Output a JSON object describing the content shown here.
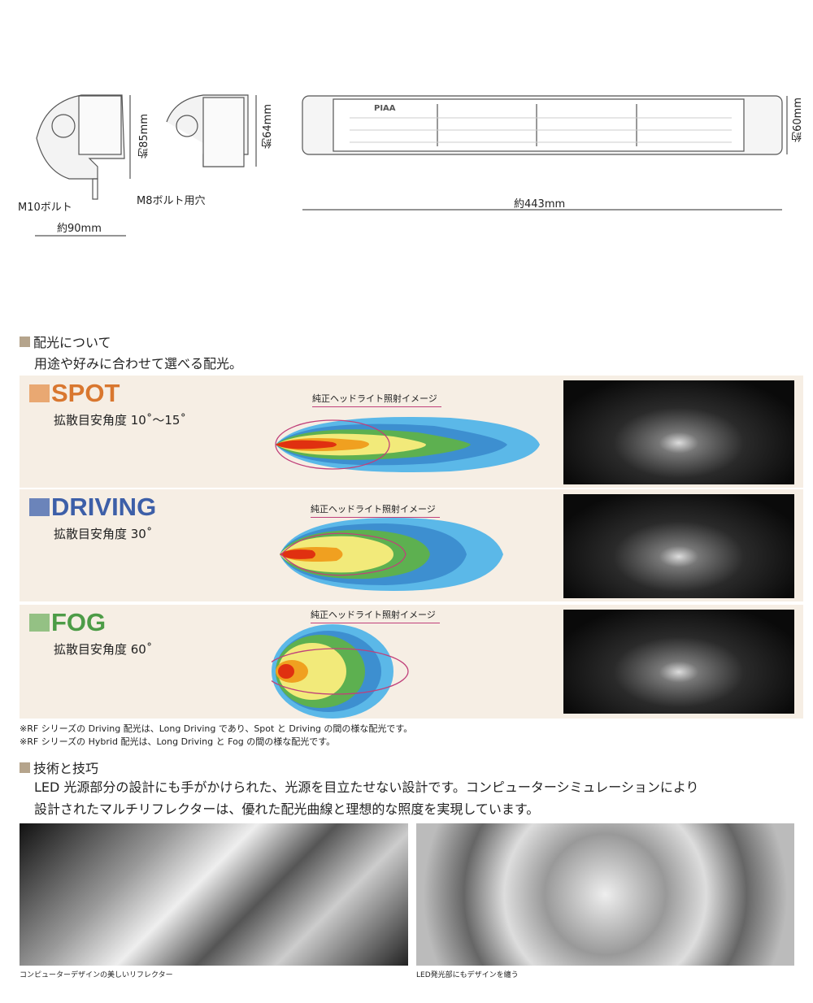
{
  "dimensions": {
    "bracket_height": "約85mm",
    "bracket_width": "約90mm",
    "m10_label": "M10ボルト",
    "m8_label": "M8ボルト用穴",
    "bracket2_height": "約64mm",
    "bar_length": "約443mm",
    "bar_height": "約60mm",
    "bar_logo": "PIAA"
  },
  "light_section": {
    "title": "配光について",
    "subtitle": "用途や好みに合わせて選べる配光。",
    "patterns": [
      {
        "name": "SPOT",
        "angle": "拡散目安角度 10˚～15˚",
        "headlight_label": "純正ヘッドライト照射イメージ",
        "color": "#d9772f",
        "box_color": "#e9a872"
      },
      {
        "name": "DRIVING",
        "angle": "拡散目安角度 30˚",
        "headlight_label": "純正ヘッドライト照射イメージ",
        "color": "#3d5fa8",
        "box_color": "#6b84ba"
      },
      {
        "name": "FOG",
        "angle": "拡散目安角度 60˚",
        "headlight_label": "純正ヘッドライト照射イメージ",
        "color": "#4d9c47",
        "box_color": "#94c184"
      }
    ],
    "notes": [
      "※RF シリーズの Driving 配光は、Long Driving であり、Spot と Driving の間の様な配光です。",
      "※RF シリーズの Hybrid 配光は、Long Driving と Fog の間の様な配光です。"
    ]
  },
  "tech_section": {
    "title": "技術と技巧",
    "body": [
      "LED 光源部分の設計にも手がかけられた、光源を目立たせない設計です。コンピューターシミュレーションにより",
      "設計されたマルチリフレクターは、優れた配光曲線と理想的な照度を実現しています。"
    ],
    "captions": [
      "コンピューターデザインの美しいリフレクター",
      "LED発光部にもデザインを纏う"
    ]
  }
}
